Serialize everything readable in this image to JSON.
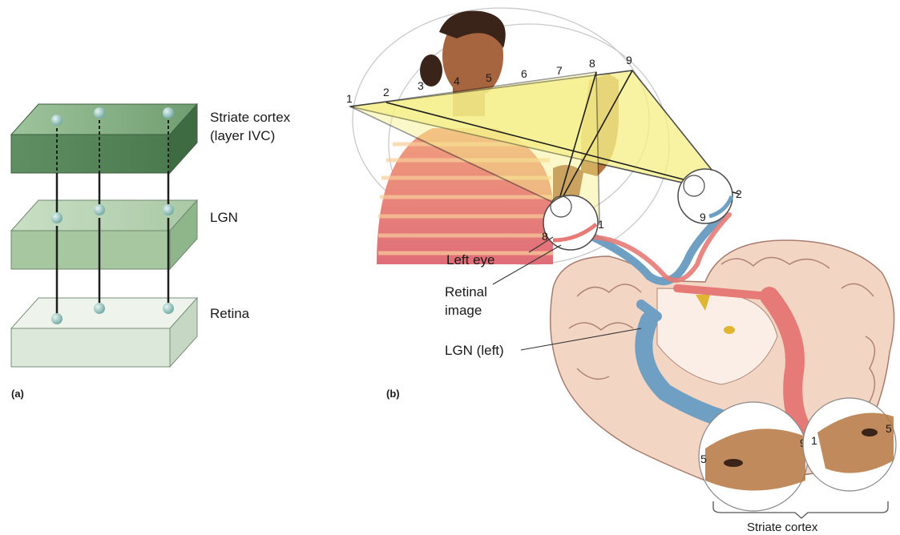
{
  "panel_a": {
    "tag": "(a)",
    "layers": [
      "Striate cortex",
      "(layer IVC)",
      "LGN",
      "Retina"
    ]
  },
  "panel_b": {
    "tag": "(b)",
    "labels": {
      "left_eye": "Left eye",
      "retinal_image_1": "Retinal",
      "retinal_image_2": "image",
      "lgn_left": "LGN (left)",
      "striate_cortex": "Striate cortex"
    },
    "visual_field_numbers": [
      "1",
      "2",
      "3",
      "4",
      "5",
      "6",
      "7",
      "8",
      "9"
    ],
    "eye_numbers": {
      "left_top": "1",
      "left_bottom": "8",
      "right_top": "2",
      "right_bottom": "9"
    },
    "cortex_numbers": {
      "left_outer": "5",
      "left_inner": "9",
      "right_inner": "1",
      "right_outer": "5"
    }
  },
  "colors": {
    "cortex_green": "#5f8f62",
    "lgn_green": "#a6c7a0",
    "retina_green": "#dce9da",
    "field_yellow": "#f6f08a",
    "pathway_blue": "#6f9fc2",
    "pathway_red": "#e57a76",
    "brain_tissue": "#f3d5c4"
  }
}
